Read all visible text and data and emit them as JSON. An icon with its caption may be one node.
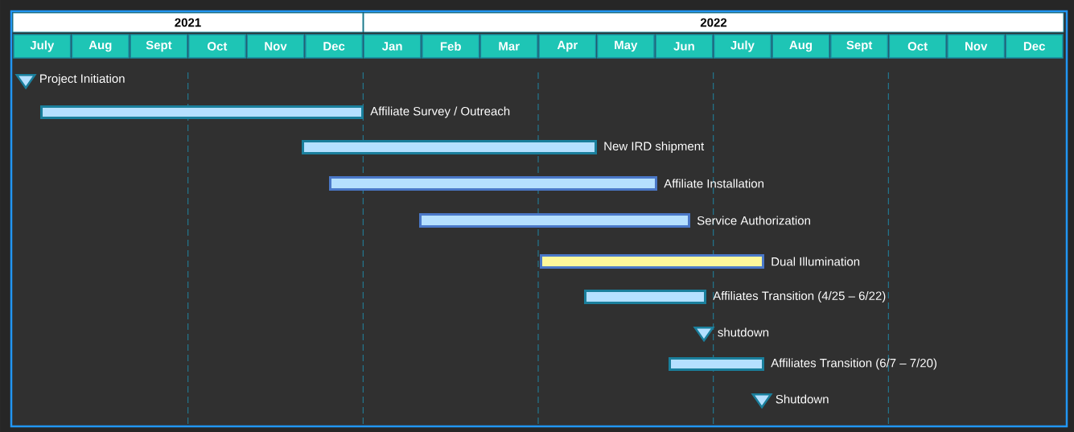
{
  "diagram": {
    "nodes": [
      {
        "text": [
          "2021"
        ]
      },
      {
        "text": [
          "2022"
        ]
      },
      {
        "text": [
          "July"
        ]
      },
      {
        "text": [
          "Aug"
        ]
      },
      {
        "text": [
          "Sept"
        ]
      },
      {
        "text": [
          "Oct"
        ]
      },
      {
        "text": [
          "Nov"
        ]
      },
      {
        "text": [
          "Dec"
        ]
      },
      {
        "text": [
          "Jan"
        ]
      },
      {
        "text": [
          "Feb"
        ]
      },
      {
        "text": [
          "Mar"
        ]
      },
      {
        "text": [
          "Apr"
        ]
      },
      {
        "text": [
          "May"
        ]
      },
      {
        "text": [
          "Jun"
        ]
      },
      {
        "text": [
          "July"
        ]
      },
      {
        "text": [
          "Aug"
        ]
      },
      {
        "text": [
          "Sept"
        ]
      },
      {
        "text": [
          "Oct"
        ]
      },
      {
        "text": [
          "Nov"
        ]
      },
      {
        "text": [
          "Dec"
        ]
      },
      {
        "text": [],
        "shape": "triangle",
        "beside": [
          "Project Initiation"
        ]
      },
      {
        "text": [],
        "shape": "bar",
        "beside": [
          "Affiliate Survey / Outreach"
        ]
      },
      {
        "text": [],
        "shape": "bar",
        "beside": [
          "New IRD shipment"
        ]
      },
      {
        "text": [],
        "shape": "bar",
        "beside": [
          "Affiliate Installation"
        ]
      },
      {
        "text": [],
        "shape": "bar",
        "beside": [
          "Service Authorization"
        ]
      },
      {
        "text": [],
        "shape": "bar",
        "beside": [
          "Dual Illumination"
        ]
      },
      {
        "text": [],
        "shape": "bar",
        "beside": [
          "Affiliates Transition (4/25 – 6/22)"
        ]
      },
      {
        "text": [],
        "shape": "triangle",
        "beside": [
          "shutdown"
        ]
      },
      {
        "text": [],
        "shape": "bar",
        "beside": [
          "Affiliates Transition (6/7 – 7/20)"
        ]
      },
      {
        "text": [],
        "shape": "triangle",
        "beside": [
          "Shutdown"
        ]
      }
    ]
  }
}
